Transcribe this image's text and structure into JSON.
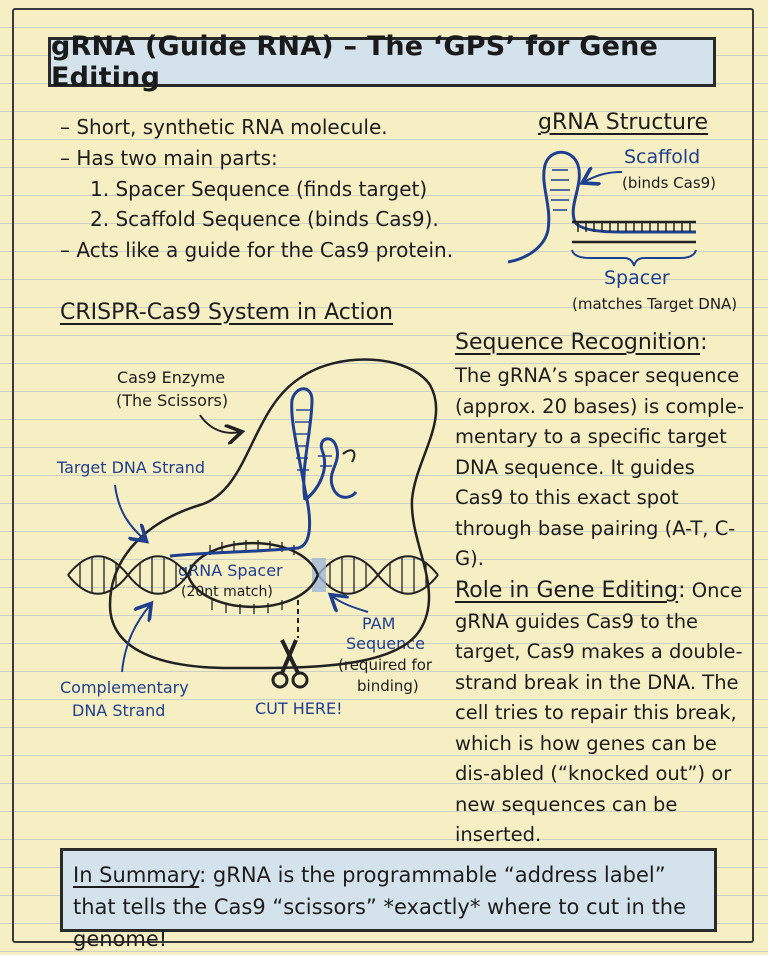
{
  "title": "gRNA (Guide RNA) – The ‘GPS’ for Gene Editing",
  "intro_bullets": [
    "– Short, synthetic RNA molecule.",
    "– Has two main parts:",
    "1. Spacer Sequence (finds target)",
    "2. Scaffold Sequence (binds Cas9).",
    "– Acts like a guide for the Cas9 protein."
  ],
  "structure": {
    "heading": "gRNA Structure",
    "scaffold_label": "Scaffold",
    "scaffold_note": "(binds Cas9)",
    "spacer_label": "Spacer",
    "spacer_note": "(matches Target DNA)"
  },
  "system": {
    "heading": "CRISPR-Cas9 System in Action",
    "cas9_line1": "Cas9 Enzyme",
    "cas9_line2": "(The Scissors)",
    "target_strand": "Target DNA Strand",
    "spacer_line1": "gRNA Spacer",
    "spacer_line2": "(20nt match)",
    "pam_line1": "PAM",
    "pam_line2": "Sequence",
    "pam_line3": "(required for",
    "pam_line4": "binding)",
    "complementary_line1": "Complementary",
    "complementary_line2": "DNA Strand",
    "cut_label": "CUT HERE!"
  },
  "recognition": {
    "heading": "Sequence Recognition",
    "colon": ":",
    "text": "The gRNA’s spacer sequence (approx. 20 bases) is comple-mentary to a specific target DNA sequence. It guides Cas9 to this exact spot through base pairing (A-T, C-G)."
  },
  "role": {
    "heading": "Role in Gene Editing",
    "colon": ":",
    "text": "Once gRNA guides Cas9 to the target, Cas9 makes a double-strand break in the DNA. The cell tries to repair this break, which is how genes can be dis-abled (“knocked out”) or new sequences can be inserted."
  },
  "summary": {
    "lead": "In Summary",
    "colon": ":",
    "text": " gRNA is the programmable “address label” that tells the Cas9 “scissors” *exactly* where to cut in the genome!"
  },
  "colors": {
    "paper": "#f7efc4",
    "ink": "#1d1d1d",
    "blue_ink": "#1f3f8f",
    "box_fill": "#d4e2ec"
  }
}
